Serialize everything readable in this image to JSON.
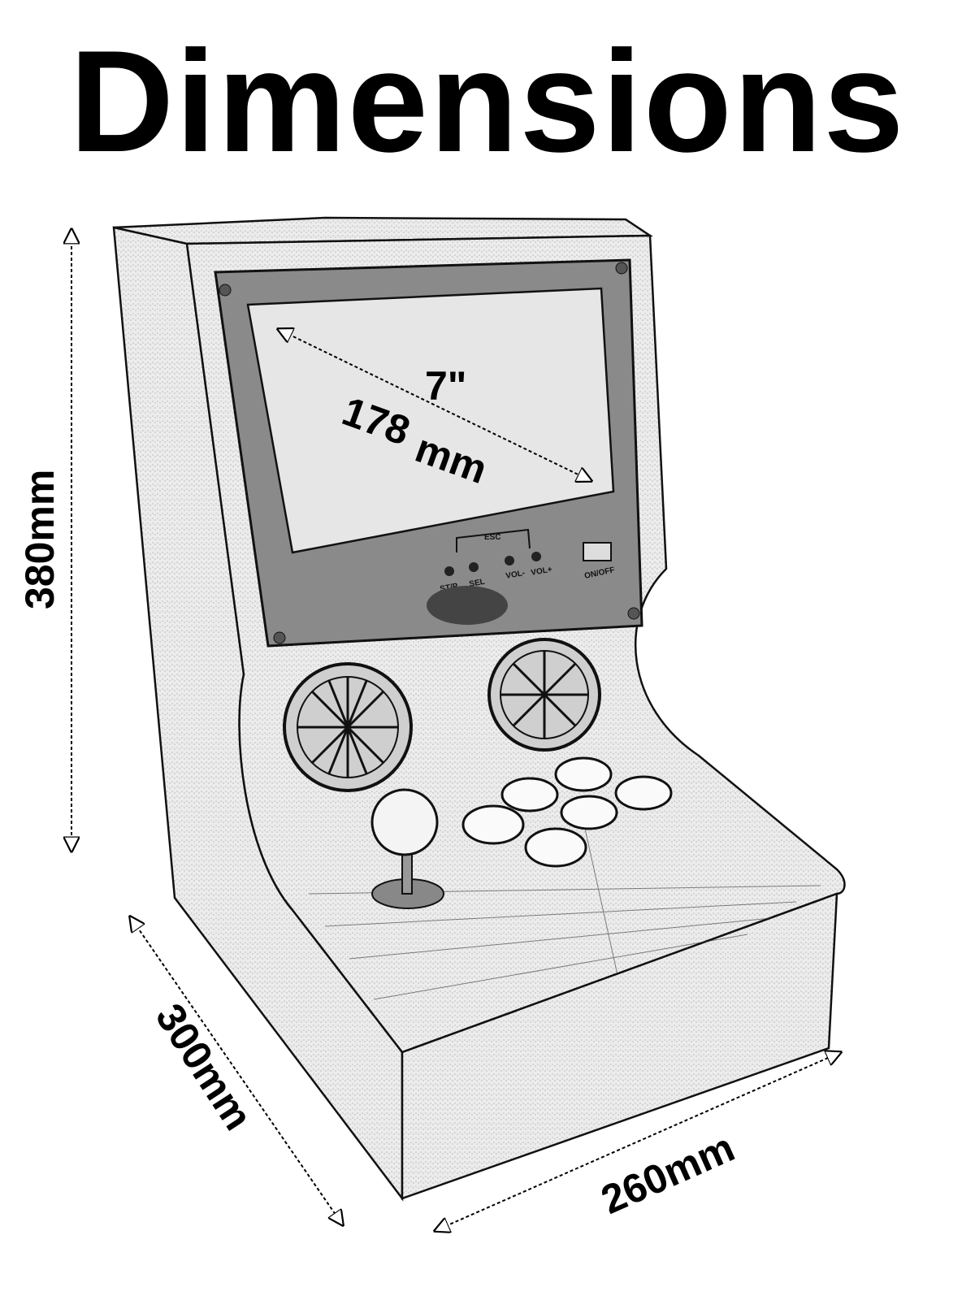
{
  "title": "Dimensions",
  "dimensions": {
    "height": "380mm",
    "depth": "300mm",
    "width": "260mm",
    "screen_inches": "7\"",
    "screen_mm": "178",
    "screen_mm_unit": "mm"
  },
  "panel_labels": {
    "esc": "ESC",
    "start": "ST/P",
    "select": "SEL",
    "vol_down": "VOL-",
    "vol_up": "VOL+",
    "power": "ON/OFF"
  }
}
